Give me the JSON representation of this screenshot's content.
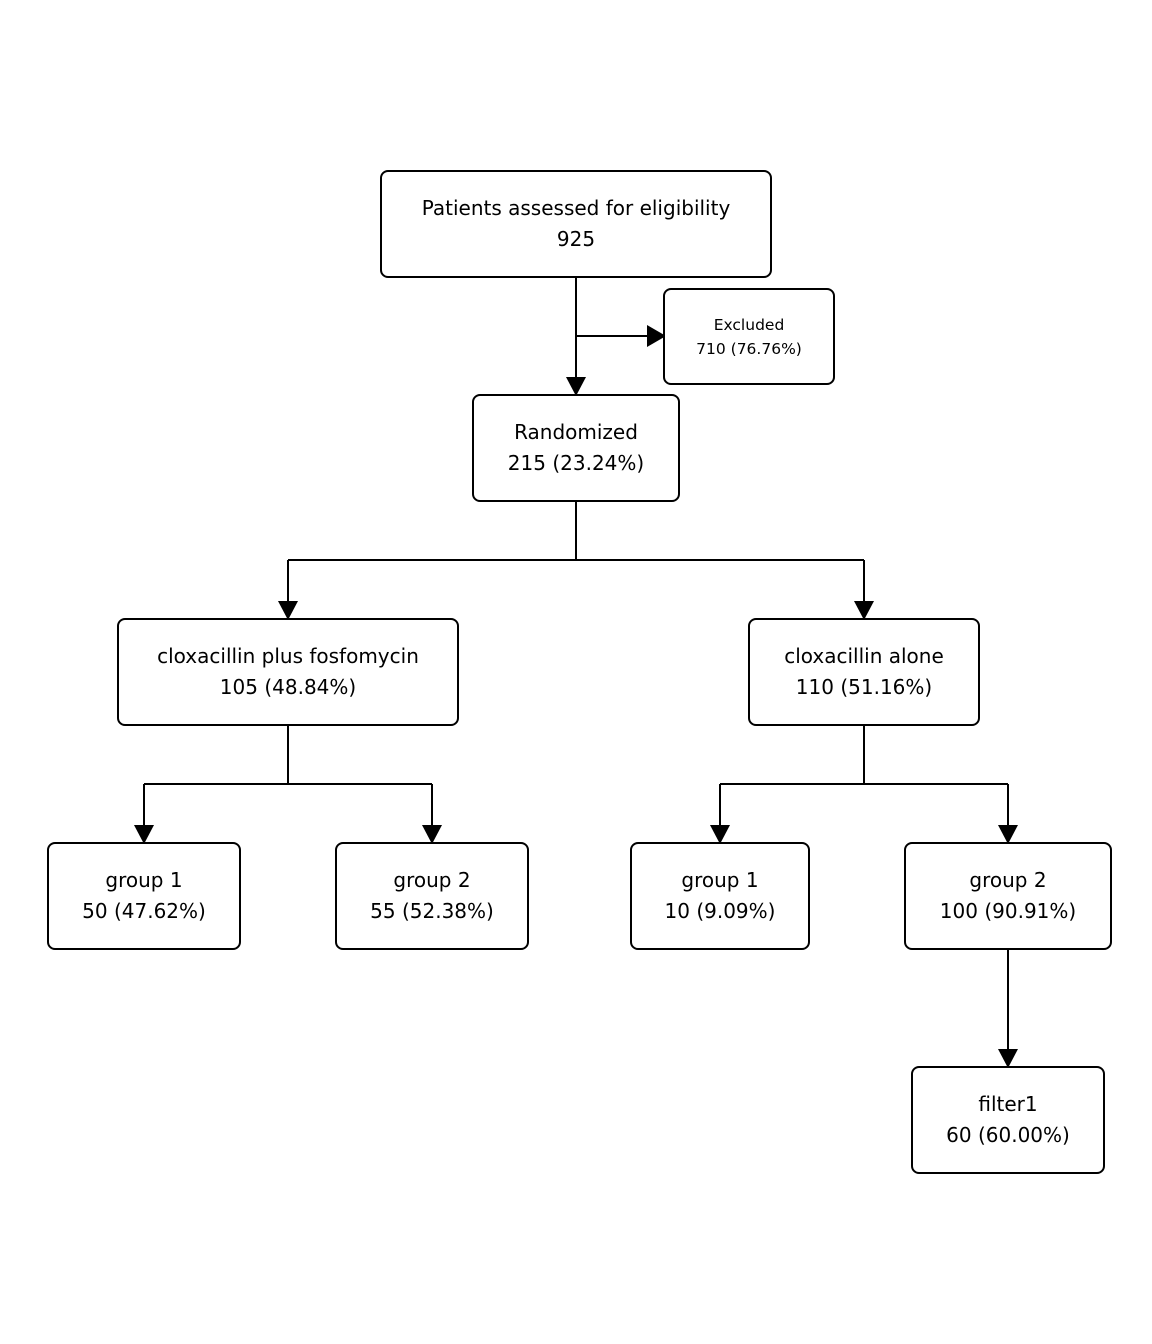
{
  "flowchart": {
    "assessed": {
      "label": "Patients assessed for eligibility",
      "value": "925"
    },
    "excluded": {
      "label": "Excluded",
      "value": "710 (76.76%)"
    },
    "randomized": {
      "label": "Randomized",
      "value": "215 (23.24%)"
    },
    "arm_combo": {
      "label": "cloxacillin plus fosfomycin",
      "value": "105 (48.84%)"
    },
    "arm_alone": {
      "label": "cloxacillin alone",
      "value": "110 (51.16%)"
    },
    "combo_group1": {
      "label": "group 1",
      "value": "50 (47.62%)"
    },
    "combo_group2": {
      "label": "group 2",
      "value": "55 (52.38%)"
    },
    "alone_group1": {
      "label": "group 1",
      "value": "10 (9.09%)"
    },
    "alone_group2": {
      "label": "group 2",
      "value": "100 (90.91%)"
    },
    "filter": {
      "label": "filter1",
      "value": "60 (60.00%)"
    }
  },
  "colors": {
    "line": "#000000",
    "box_border": "#000000",
    "background": "#ffffff"
  }
}
